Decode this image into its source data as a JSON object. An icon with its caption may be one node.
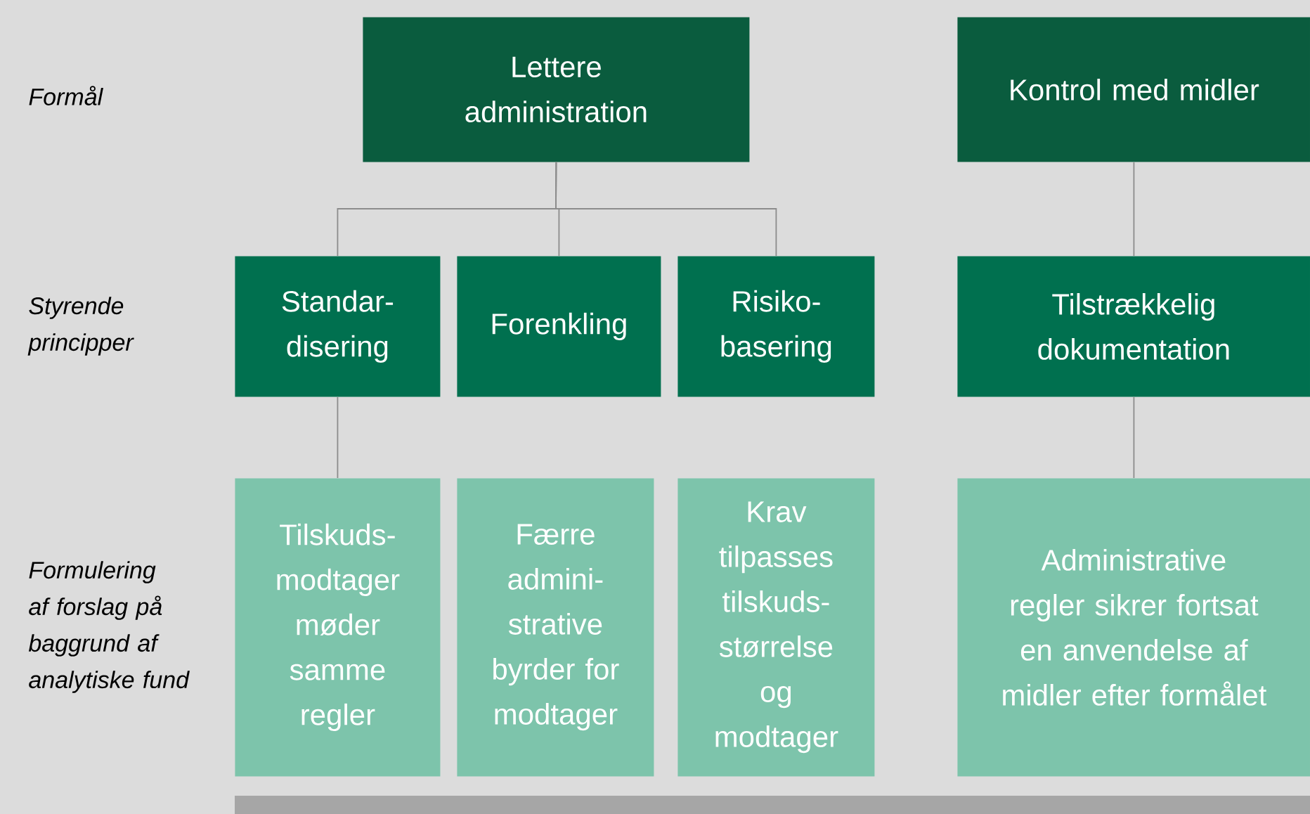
{
  "diagram": {
    "nodes": [
      {
        "text": [
          "Lettere administration"
        ]
      },
      {
        "text": [
          "Kontrol med midler"
        ]
      },
      {
        "text": [
          "Standar- disering"
        ]
      },
      {
        "text": [
          "Forenkling"
        ]
      },
      {
        "text": [
          "Risiko- basering"
        ]
      },
      {
        "text": [
          "Tilstrækkelig dokumentation"
        ]
      },
      {
        "text": [
          "Tilskuds- modtager møder samme regler"
        ]
      },
      {
        "text": [
          "Færre admini- strative byrder for modtager"
        ]
      },
      {
        "text": [
          "Krav tilpasses tilskuds- størrelse og modtager"
        ]
      },
      {
        "text": [
          "Administrative regler sikrer fortsat en anvendelse af midler efter formålet"
        ]
      }
    ],
    "edges": [
      {
        "from": 0,
        "to": 2,
        "arrow": "none"
      },
      {
        "from": 0,
        "to": 3,
        "arrow": "none"
      },
      {
        "from": 0,
        "to": 4,
        "arrow": "none"
      },
      {
        "from": 1,
        "to": 5,
        "arrow": "none"
      },
      {
        "from": 2,
        "to": 6,
        "arrow": "none"
      },
      {
        "from": 5,
        "to": 9,
        "arrow": "none"
      }
    ],
    "labels": [
      "Formål",
      "Styrende principper",
      "Formulering af forslag på baggrund af analytiske fund"
    ]
  }
}
